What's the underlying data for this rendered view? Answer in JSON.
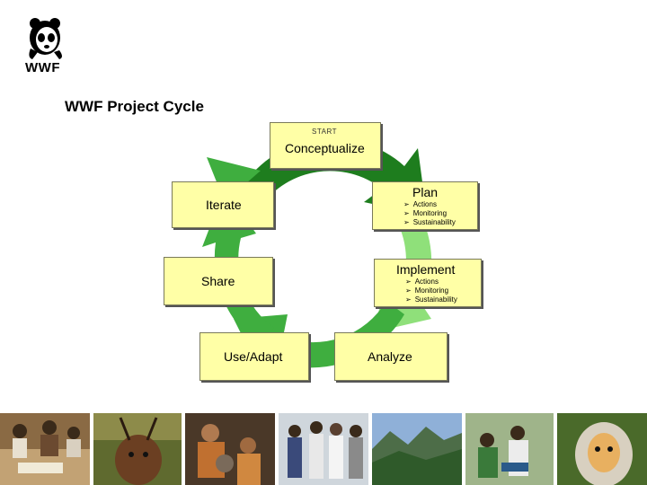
{
  "logo": {
    "text": "WWF",
    "icon": "panda-logo-icon"
  },
  "title": "WWF Project Cycle",
  "diagram": {
    "start_label": "START",
    "steps": {
      "conceptualize": {
        "label": "Conceptualize"
      },
      "plan": {
        "label": "Plan",
        "bullets": [
          "Actions",
          "Monitoring",
          "Sustainability"
        ]
      },
      "implement": {
        "label": "Implement",
        "bullets": [
          "Actions",
          "Monitoring",
          "Sustainability"
        ]
      },
      "analyze": {
        "label": "Analyze"
      },
      "use_adapt": {
        "label": "Use/Adapt"
      },
      "share": {
        "label": "Share"
      },
      "iterate": {
        "label": "Iterate"
      }
    },
    "colors": {
      "box_fill": "#ffffa6",
      "arrow_dark": "#1e7d1e",
      "arrow_mid": "#3fae3f",
      "arrow_light": "#8fe07a"
    }
  },
  "photos": [
    "field-workers-photo",
    "deer-photo",
    "monk-photo",
    "staff-group-photo",
    "forest-mountains-photo",
    "survey-team-photo",
    "monkey-photo"
  ]
}
